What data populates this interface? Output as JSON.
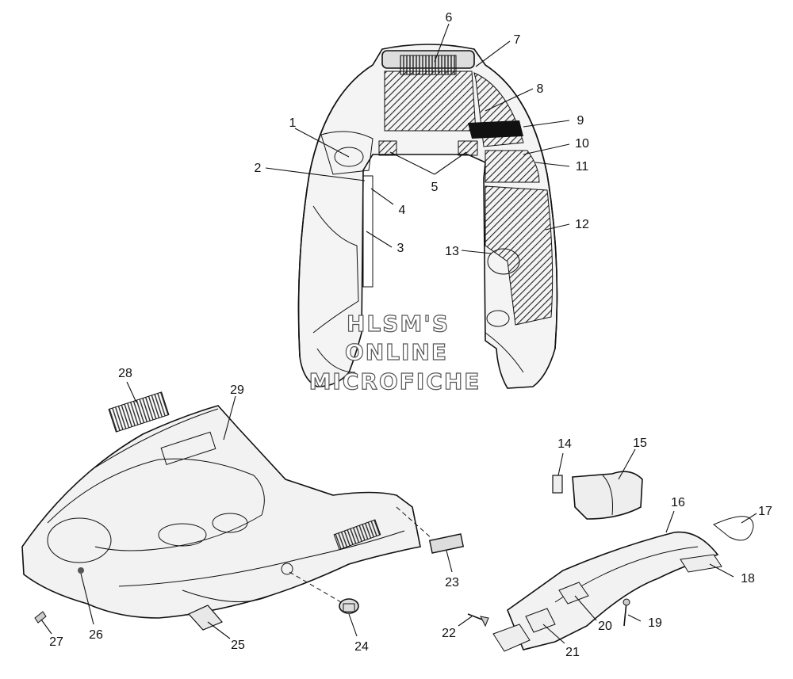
{
  "watermark": {
    "line1": "HLSM'S",
    "line2": "ONLINE",
    "line3": "MICROFICHE"
  },
  "callouts": [
    "1",
    "2",
    "3",
    "4",
    "5",
    "6",
    "7",
    "8",
    "9",
    "10",
    "11",
    "12",
    "13",
    "14",
    "15",
    "16",
    "17",
    "18",
    "19",
    "20",
    "21",
    "22",
    "23",
    "24",
    "25",
    "26",
    "27",
    "28",
    "29"
  ]
}
